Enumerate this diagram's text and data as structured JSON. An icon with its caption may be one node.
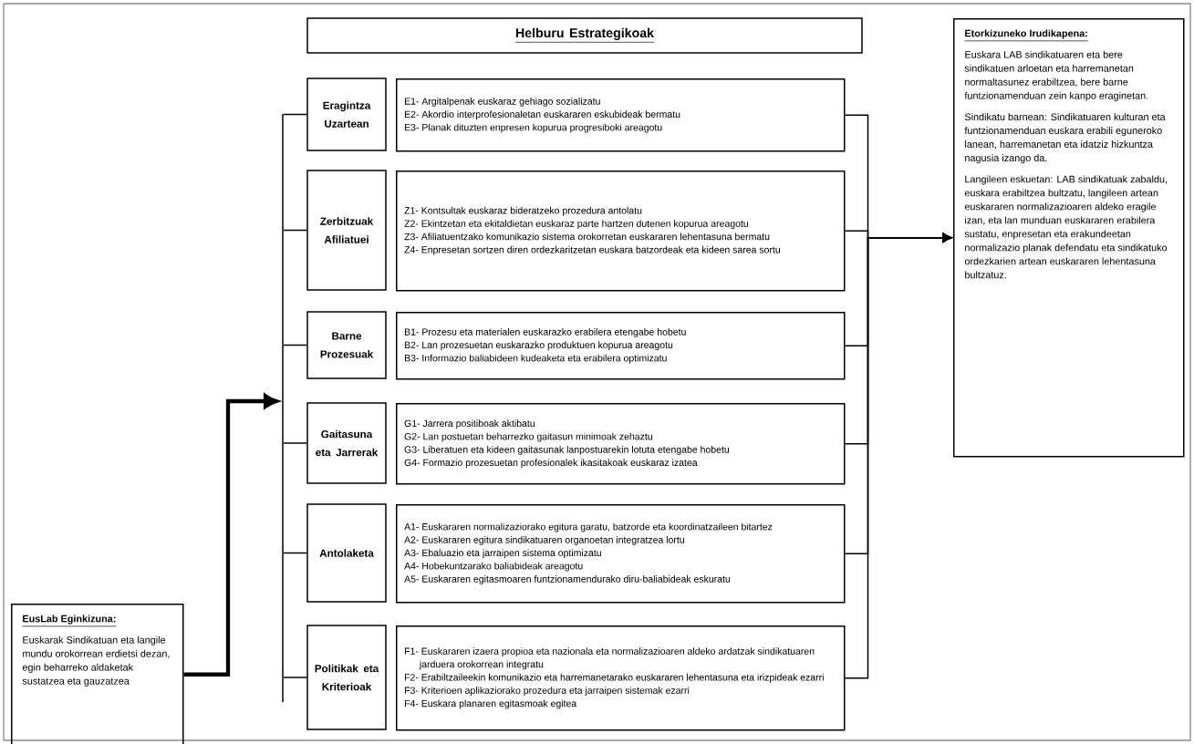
{
  "diagram": {
    "nodes": [
      {
        "text": [
          "Helburu Estrategikoak"
        ]
      },
      {
        "text": [
          "Eragintza Uzartean"
        ]
      },
      {
        "text": [
          "E1- Argitalpenak euskaraz gehiago sozializatu",
          "E2- Akordio interprofesionaletan euskararen eskubideak bermatu",
          "E3- Planak dituzten enpresen kopurua progresiboki areagotu"
        ]
      },
      {
        "text": [
          "Zerbitzuak Afiliatuei"
        ]
      },
      {
        "text": [
          "Z1- Kontsultak euskaraz bideratzeko prozedura antolatu",
          "Z2- Ekintzetan eta ekitaldietan euskaraz parte hartzen dutenen kopurua areagotu",
          "Z3- Afiliatuentzako komunikazio sistema orokorretan euskararen lehentasuna bermatu",
          "Z4- Enpresetan sortzen diren ordezkaritzetan euskara batzordeak eta kideen sarea sortu"
        ]
      },
      {
        "text": [
          "Barne Prozesuak"
        ]
      },
      {
        "text": [
          "B1- Prozesu eta materialen euskarazko erabilera etengabe hobetu",
          "B2- Lan prozesuetan euskarazko produktuen kopurua areagotu",
          "B3- Informazio baliabideen kudeaketa eta erabilera optimizatu"
        ]
      },
      {
        "text": [
          "Gaitasuna eta Jarrerak"
        ]
      },
      {
        "text": [
          "G1- Jarrera positiboak aktibatu",
          "G2- Lan postuetan beharrezko gaitasun minimoak zehaztu",
          "G3- Liberatuen eta kideen gaitasunak lanpostuarekin lotuta etengabe hobetu",
          "G4- Formazio prozesuetan profesionalek ikasitakoak euskaraz izatea"
        ]
      },
      {
        "text": [
          "Antolaketa"
        ]
      },
      {
        "text": [
          "A1- Euskararen normalizaziorako egitura garatu, batzorde eta koordinatzaileen bitartez",
          "A2- Euskararen egitura sindikatuaren organoetan integratzea lortu",
          "A3- Ebaluazio eta jarraipen sistema optimizatu",
          "A4- Hobekuntzarako baliabideak areagotu",
          "A5- Euskararen egitasmoaren funtzionamendurako diru-baliabideak eskuratu"
        ]
      },
      {
        "text": [
          "Politikak eta Kriterioak"
        ]
      },
      {
        "text": [
          "F1- Euskararen izaera propioa eta nazionala eta normalizazioaren aldeko ardatzak sindikatuaren jarduera orokorrean integratu",
          "F2- Erabiltzaileekin komunikazio eta harremanetarako euskararen lehentasuna eta irizpideak ezarri",
          "F3- Kriterioen aplikaziorako prozedura eta jarraipen sistemak ezarri",
          "F4- Euskara planaren egitasmoak egitea"
        ]
      },
      {
        "text": [
          "Etorkizuneko Irudikapena:",
          "Euskara LAB sindikatuaren eta bere sindikatuen arloetan eta harremanetan normaltasunez erabiltzea, bere barne funtzionamenduan zein kanpo eraginetan.",
          "Sindikatu barnean: Sindikatuaren kulturan eta funtzionamenduan euskara erabili eguneroko lanean, harremanetan eta idatziz hizkuntza nagusia izango da.",
          "Langileen eskuetan: LAB sindikatuak zabaldu, euskara erabiltzea bultzatu, langileen artean euskararen normalizazioaren aldeko eragile izan, eta lan munduan euskararen erabilera sustatu, enpresetan eta erakundeetan normalizazio planak defendatu eta sindikatuko ordezkarien artean euskararen lehentasuna bultzatuz."
        ]
      },
      {
        "text": [
          "EusLab Eginkizuna:",
          "Euskarak Sindikatuan eta langile mundu orokorrean erdietsi dezan, egin beharreko aldaketak sustatzea eta gauzatzea"
        ]
      },
      {
        "text": [],
        "shape": "bar"
      }
    ],
    "edges": [
      {
        "from": 14,
        "to": 15,
        "arrow": "to",
        "style": "thick"
      },
      {
        "from": 15,
        "to": 1,
        "arrow": "none"
      },
      {
        "from": 15,
        "to": 3,
        "arrow": "none"
      },
      {
        "from": 15,
        "to": 5,
        "arrow": "none"
      },
      {
        "from": 15,
        "to": 7,
        "arrow": "none"
      },
      {
        "from": 15,
        "to": 9,
        "arrow": "none"
      },
      {
        "from": 15,
        "to": 11,
        "arrow": "none"
      },
      {
        "from": 2,
        "to": 13,
        "arrow": "to"
      },
      {
        "from": 4,
        "to": 13,
        "arrow": "to"
      },
      {
        "from": 6,
        "to": 13,
        "arrow": "to"
      },
      {
        "from": 8,
        "to": 13,
        "arrow": "to"
      },
      {
        "from": 10,
        "to": 13,
        "arrow": "to"
      },
      {
        "from": 12,
        "to": 13,
        "arrow": "to"
      }
    ]
  }
}
